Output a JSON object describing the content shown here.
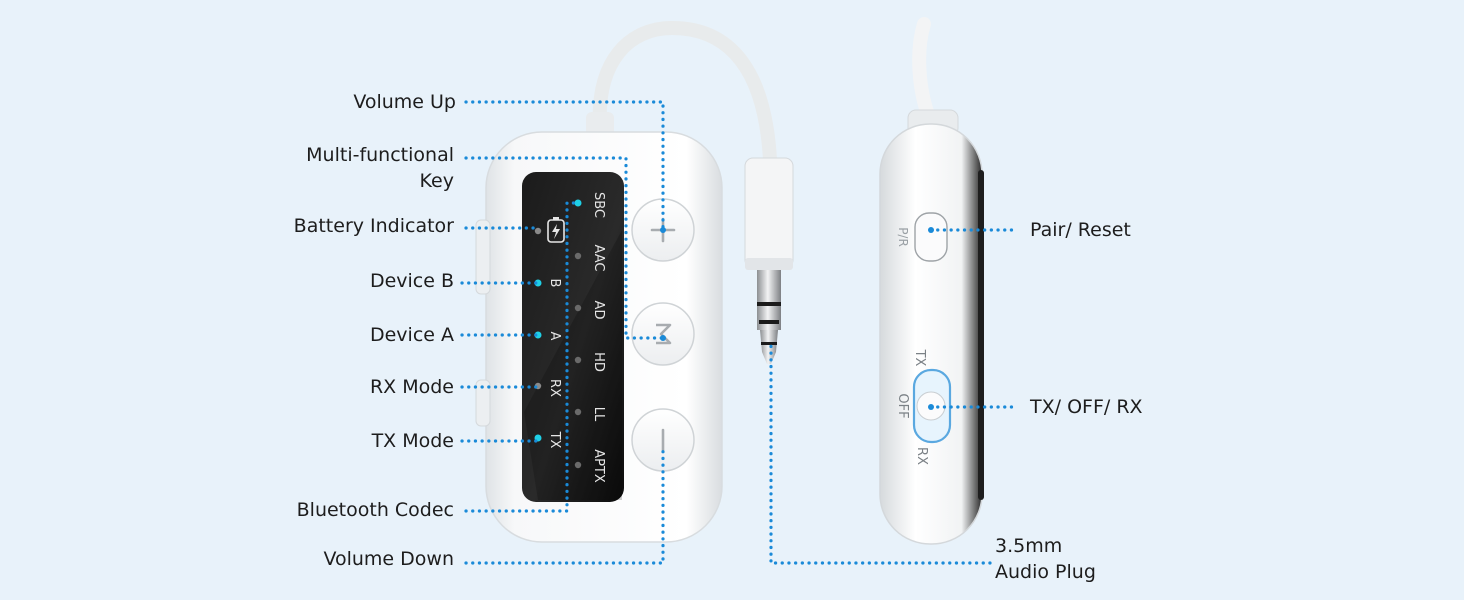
{
  "callouts": {
    "volume_up": "Volume Up",
    "multi_key_line1": "Multi-functional",
    "multi_key_line2": "Key",
    "battery_indicator": "Battery Indicator",
    "device_b": "Device B",
    "device_a": "Device A",
    "rx_mode": "RX Mode",
    "tx_mode": "TX Mode",
    "bluetooth_codec": "Bluetooth Codec",
    "volume_down": "Volume Down",
    "pair_reset": "Pair/ Reset",
    "tx_off_rx": "TX/ OFF/ RX",
    "audio_plug_line1": "3.5mm",
    "audio_plug_line2": "Audio Plug"
  },
  "front_panel": {
    "left_labels": [
      "B",
      "A",
      "RX",
      "TX"
    ],
    "codec_labels": [
      "SBC",
      "AAC",
      "AD",
      "HD",
      "LL",
      "APTX"
    ]
  },
  "side_panel": {
    "pair_button_label": "P/R",
    "switch_tx": "TX",
    "switch_off": "OFF",
    "switch_rx": "RX"
  },
  "colors": {
    "background": "#e8f2fa",
    "led_cyan": "#1fd0e6",
    "callout_dots": "#1a8ad8",
    "device_body": "#f8f9fa",
    "panel": "#161616"
  }
}
